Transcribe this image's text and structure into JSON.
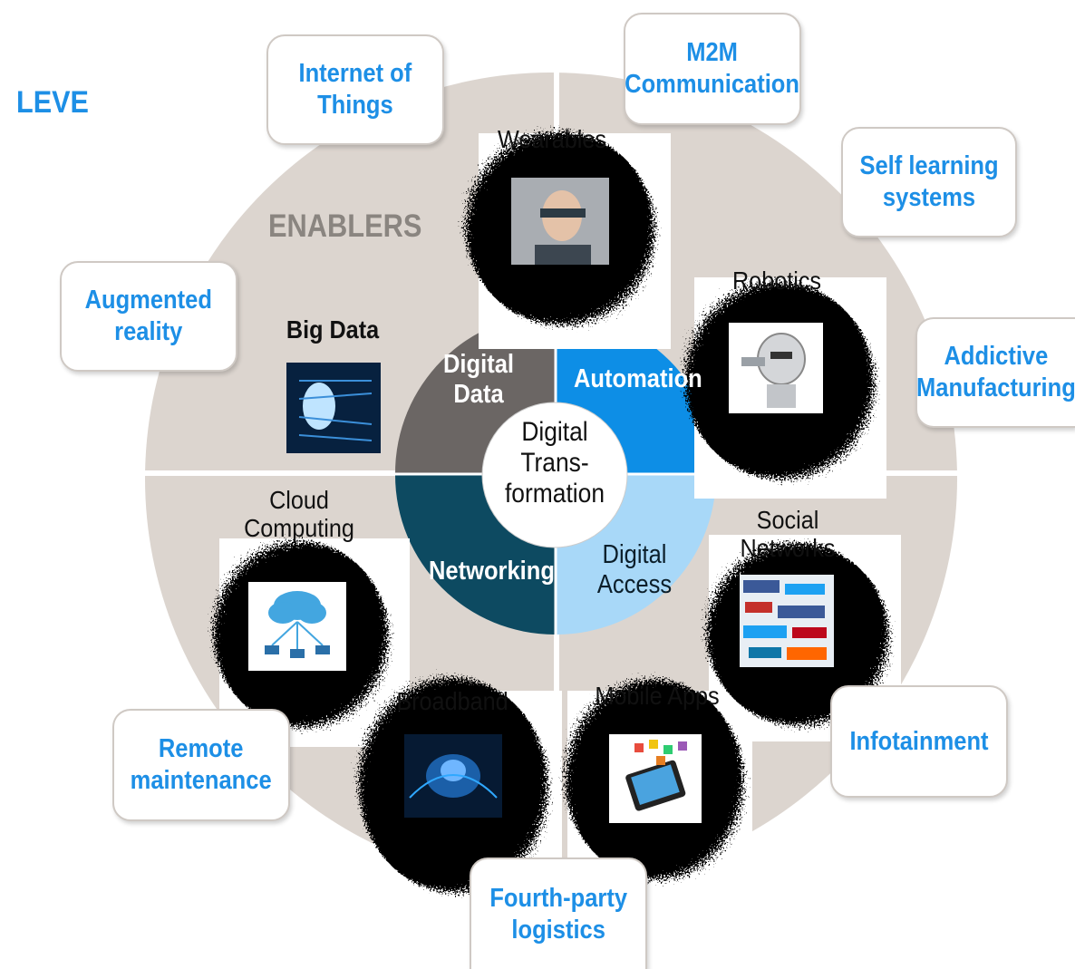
{
  "corner_label": "LEVE",
  "ring_label": "ENABLERS",
  "center": {
    "text": "Digital\nTrans-\nformation"
  },
  "quadrants": {
    "digital_data": "Digital\nData",
    "automation": "Automation",
    "networking": "Networking",
    "digital_access": "Digital\nAccess"
  },
  "technologies": {
    "wearables": "Wearables",
    "robotics": "Robotics",
    "big_data": "Big Data",
    "cloud_computing": "Cloud\nComputing",
    "social_networks": "Social\nNetworks",
    "broadband": "Broadband",
    "mobile_apps": "Mobile Apps"
  },
  "levers": {
    "iot": "Internet of\nThings",
    "m2m": "M2M\nCommunication",
    "self_learning": "Self learning\nsystems",
    "augmented_reality": "Augmented\nreality",
    "additive": "Addictive\nManufacturing",
    "remote_maintenance": "Remote\nmaintenance",
    "infotainment": "Infotainment",
    "fourth_party": "Fourth-party\nlogistics"
  },
  "colors": {
    "ring": "#dcd5cf",
    "digital_data": "#6b6664",
    "automation": "#0d8ee6",
    "networking": "#0d4a61",
    "digital_access": "#a8d8f8",
    "lever_text": "#1d8fe6",
    "enablers_text": "#8a8580"
  }
}
